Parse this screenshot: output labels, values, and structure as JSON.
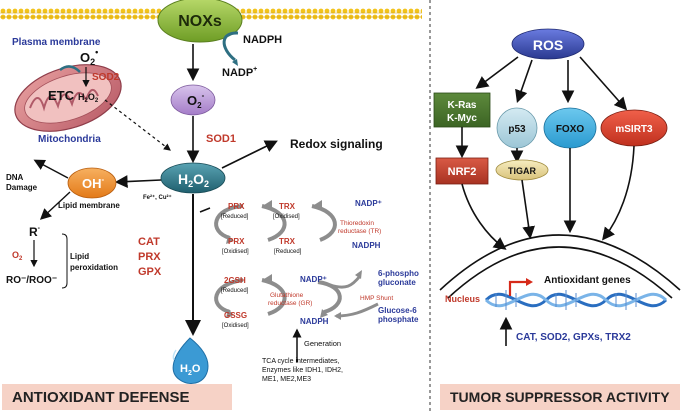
{
  "left": {
    "noxs": "NOXs",
    "plasma_membrane": "Plasma membrane",
    "o2": "O",
    "o2_sub": "2",
    "sod2": "SOD2",
    "h2o2_mito": "H",
    "etc": "ETC",
    "mitochondria": "Mitochondria",
    "nadph": "NADPH",
    "nadp_plus": "NADP",
    "superoxide": "O",
    "sod1": "SOD1",
    "h2o2": "H",
    "redox_signaling": "Redox signaling",
    "dna_damage_1": "DNA",
    "dna_damage_2": "Damage",
    "oh": "OH",
    "fe_cu": "Fe²⁺, Cu²⁺",
    "lipid_membrane": "Lipid membrane",
    "r_minus": "R",
    "o2_small": "O",
    "ro_roo": "RO⁻/ROO⁻",
    "lipid_1": "Lipid",
    "lipid_2": "peroxidation",
    "cat_prx_gpx": [
      "CAT",
      "PRX",
      "GPX"
    ],
    "prx_reduced": "PRX",
    "reduced_label": "[Reduced]",
    "oxidised_label": "[Oxidised]",
    "prx_oxidised": "PRX",
    "trx_oxidised": "TRX",
    "trx_reduced": "TRX",
    "nadp_right": "NADP⁺",
    "thioredoxin_1": "Thioredoxin",
    "thioredoxin_2": "reductase (TR)",
    "nadph_right": "NADPH",
    "gsh": "2GSH",
    "gssg": "GSSG",
    "nadp_gr": "NADP⁺",
    "glutathione_1": "Glutathione",
    "glutathione_2": "reductase (GR)",
    "nadph_gr": "NADPH",
    "phospho_1": "6-phospho",
    "phospho_2": "gluconate",
    "hmp_shunt": "HMP Shunt",
    "glucose_1": "Glucose-6",
    "glucose_2": "phosphate",
    "generation": "Generation",
    "tca": [
      "TCA cycle intermediates,",
      "Enzymes like IDH1, IDH2,",
      "ME1, ME2,ME3"
    ],
    "h2o": "H",
    "banner": "ANTIOXIDANT DEFENSE"
  },
  "right": {
    "ros": "ROS",
    "kras": "K-Ras",
    "kmyc": "K-Myc",
    "p53": "p53",
    "foxo": "FOXO",
    "msirt3": "mSIRT3",
    "nrf2": "NRF2",
    "tigar": "TIGAR",
    "nucleus": "Nucleus",
    "antioxidant_genes": "Antioxidant genes",
    "genes_list": "CAT, SOD2, GPXs, TRX2",
    "banner": "TUMOR SUPPRESSOR ACTIVITY"
  },
  "colors": {
    "blue_label": "#2b3a9a",
    "red_label": "#c0392b",
    "pink_banner": "#f6d2c6",
    "membrane": "#f0c020",
    "noxs_green": "#8fbf3a",
    "ros_blue": "#3e4fb0",
    "teal": "#2e7a8a",
    "orange": "#ee8a2a",
    "purple": "#b08ad0"
  }
}
